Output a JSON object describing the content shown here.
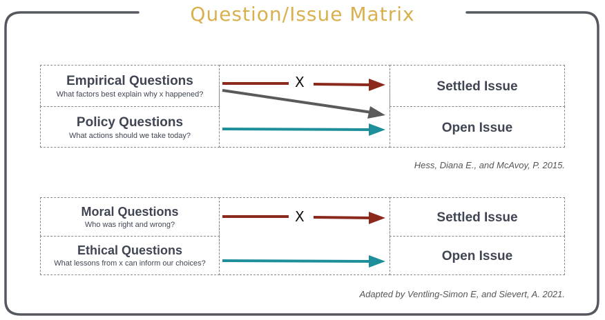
{
  "title": "Question/Issue Matrix",
  "matrix1": {
    "row1": {
      "question_title": "Empirical Questions",
      "question_sub": "What factors best explain why x happened?",
      "issue": "Settled Issue",
      "x_label": "X"
    },
    "row2": {
      "question_title": "Policy Questions",
      "question_sub": "What actions should we take today?",
      "issue": "Open Issue"
    },
    "citation": "Hess, Diana E., and McAvoy, P. 2015."
  },
  "matrix2": {
    "row1": {
      "question_title": "Moral Questions",
      "question_sub": "Who was right and wrong?",
      "issue": "Settled Issue",
      "x_label": "X"
    },
    "row2": {
      "question_title": "Ethical Questions",
      "question_sub": "What lessons from x can inform our choices?",
      "issue": "Open Issue"
    },
    "citation": "Adapted by Ventling-Simon E, and Sievert, A. 2021."
  },
  "colors": {
    "title": "#d8b04e",
    "frame": "#55595f",
    "arrow_settled": "#8b2a1c",
    "arrow_open": "#1e8f9a",
    "arrow_cross": "#5a5a5a",
    "text": "#3f4553"
  }
}
